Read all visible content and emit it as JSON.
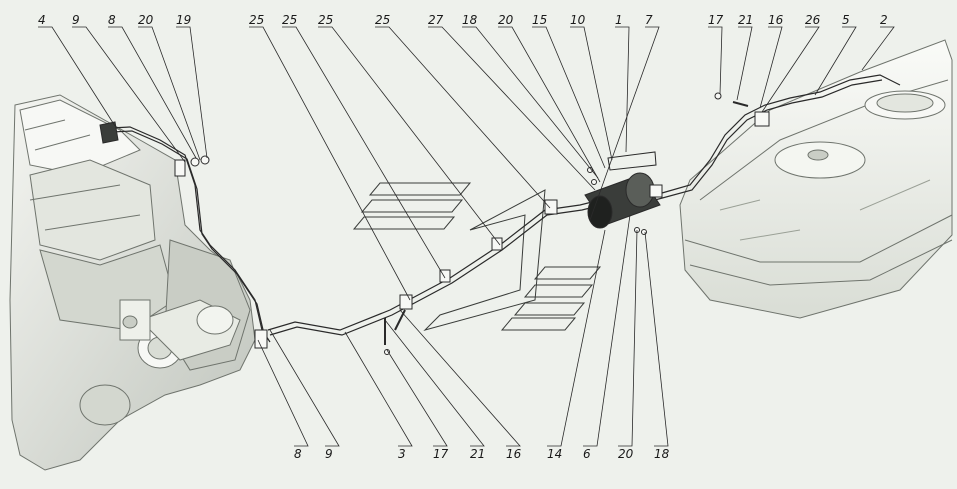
{
  "top_callouts": [
    "4",
    "9",
    "8",
    "20",
    "19",
    "25",
    "25",
    "25",
    "25",
    "27",
    "18",
    "20",
    "15",
    "10",
    "1",
    "7",
    "17",
    "21",
    "16",
    "26",
    "5",
    "2"
  ],
  "bottom_callouts": [
    "8",
    "9",
    "3",
    "17",
    "21",
    "16",
    "14",
    "6",
    "20",
    "18"
  ],
  "colors": {
    "background": "#eef1ec",
    "line": "#2a2a2a",
    "part_fill": "#f7f8f5",
    "part_stroke": "#6f746d",
    "shade": "#c9cdc5",
    "filter_dark": "#3a3d3a"
  },
  "icons": [
    "engine-block-drawing",
    "fuel-tank-drawing",
    "fuel-filter-drawing",
    "fuel-line-drawing",
    "logo-watermark"
  ]
}
